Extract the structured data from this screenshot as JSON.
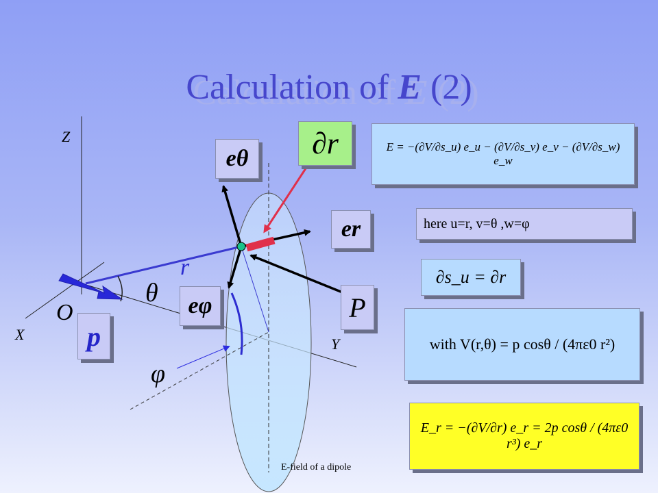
{
  "title": {
    "prefix": "Calculation of ",
    "symbol": "E",
    "suffix": " (2)"
  },
  "axes": {
    "z": "Z",
    "x": "X",
    "y": "Y",
    "origin": "O"
  },
  "diagram_labels": {
    "r": "r",
    "theta": "θ",
    "phi": "φ",
    "point": "P",
    "dipole": "p"
  },
  "unit_vectors": {
    "e_theta": "eθ",
    "e_r": "er",
    "e_phi": "eφ"
  },
  "partial_r": "∂r",
  "equations": {
    "e_field_general": "E = −(∂V/∂s_u) e_u − (∂V/∂s_v) e_v − (∂V/∂s_w) e_w",
    "here": "here u=r, v=θ ,w=φ",
    "ds_u": "∂s_u = ∂r",
    "with_potential": "with V(r,θ) = p cosθ / (4πε0 r²)",
    "e_r": "E_r = −(∂V/∂r) e_r = 2p cosθ / (4πε0 r³) e_r"
  },
  "caption": "E-field of a dipole",
  "colors": {
    "title": "#4646cc",
    "title_shadow": "#a7b0ee",
    "label_box": "#c9cbf6",
    "equation_box": "#b7dbff",
    "highlight_box": "#ffff26",
    "partial_box": "#a7f08a",
    "radius_line": "#3a3ad0",
    "pointer": "#e0304a",
    "point_dot": "#19c28a"
  }
}
